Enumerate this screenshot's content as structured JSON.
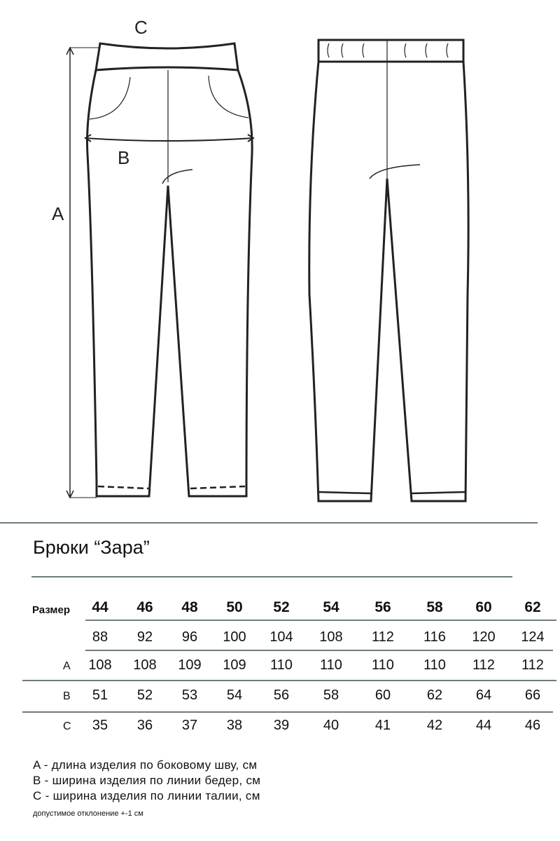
{
  "diagram": {
    "labels": {
      "a": "A",
      "b": "B",
      "c": "C"
    }
  },
  "title": "Брюки “Зара”",
  "table": {
    "header_label": "Размер",
    "sizes": [
      "44",
      "46",
      "48",
      "50",
      "52",
      "54",
      "56",
      "58",
      "60",
      "62"
    ],
    "rows": [
      {
        "label": "",
        "values": [
          "88",
          "92",
          "96",
          "100",
          "104",
          "108",
          "112",
          "116",
          "120",
          "124"
        ]
      },
      {
        "label": "A",
        "values": [
          "108",
          "108",
          "109",
          "109",
          "110",
          "110",
          "110",
          "110",
          "112",
          "112"
        ]
      },
      {
        "label": "B",
        "values": [
          "51",
          "52",
          "53",
          "54",
          "56",
          "58",
          "60",
          "62",
          "64",
          "66"
        ]
      },
      {
        "label": "C",
        "values": [
          "35",
          "36",
          "37",
          "38",
          "39",
          "40",
          "41",
          "42",
          "44",
          "46"
        ]
      }
    ]
  },
  "legend": [
    "A - длина изделия по боковому шву, см",
    "B - ширина изделия по линии бедер, см",
    "C - ширина изделия по линии талии, см"
  ],
  "tolerance_note": "допустимое отклонение +-1 см"
}
